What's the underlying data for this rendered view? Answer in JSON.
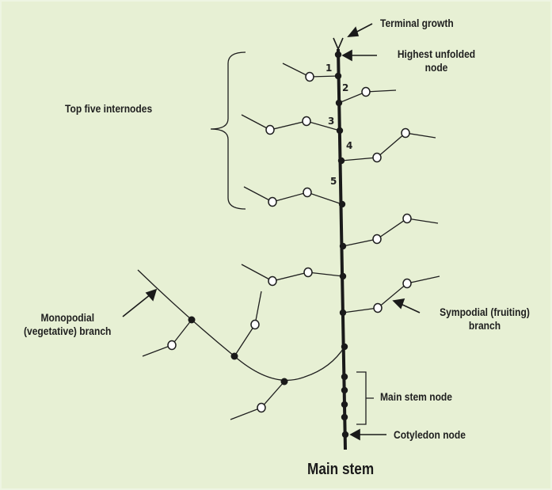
{
  "labels": {
    "terminal_growth": "Terminal growth",
    "highest_unfolded_node_line1": "Highest unfolded",
    "highest_unfolded_node_line2": "node",
    "top_five_internodes": "Top five internodes",
    "monopodial_line1": "Monopodial",
    "monopodial_line2": "(vegetative) branch",
    "sympodial_line1": "Sympodial (fruiting)",
    "sympodial_line2": "branch",
    "main_stem_node": "Main stem node",
    "cotyledon_node": "Cotyledon node",
    "main_stem": "Main stem"
  },
  "internode_numbers": [
    "1",
    "2",
    "3",
    "4",
    "5"
  ],
  "colors": {
    "background": "#e7f0d4",
    "ink": "#1e1e1e",
    "open_node_fill": "#ffffff"
  }
}
